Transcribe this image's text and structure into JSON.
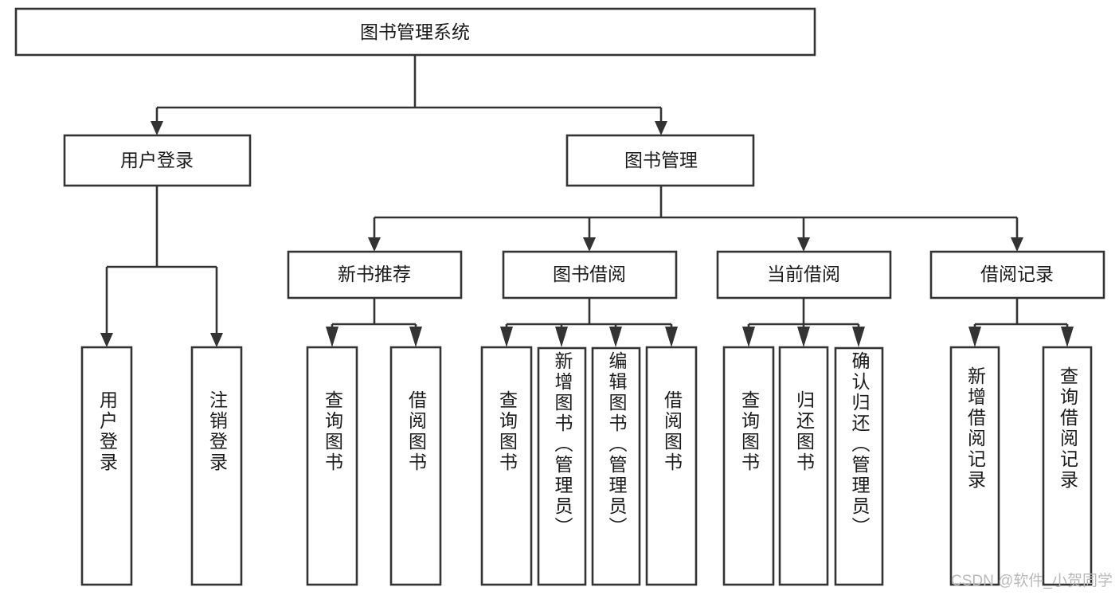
{
  "diagram": {
    "type": "tree",
    "title": "图书管理系统",
    "root": {
      "id": "root",
      "label": "图书管理系统"
    },
    "level2": [
      {
        "id": "user-login",
        "label": "用户登录"
      },
      {
        "id": "book-manage",
        "label": "图书管理"
      }
    ],
    "level3": [
      {
        "id": "new-book-rec",
        "label": "新书推荐",
        "parent": "book-manage"
      },
      {
        "id": "book-borrow",
        "label": "图书借阅",
        "parent": "book-manage"
      },
      {
        "id": "current-borrow",
        "label": "当前借阅",
        "parent": "book-manage"
      },
      {
        "id": "borrow-record",
        "label": "借阅记录",
        "parent": "book-manage"
      }
    ],
    "leaves": [
      {
        "id": "leaf-user-login",
        "label": "用户登录",
        "parent": "user-login"
      },
      {
        "id": "leaf-logout-login",
        "label": "注销登录",
        "parent": "user-login"
      },
      {
        "id": "leaf-query-book-1",
        "label": "查询图书",
        "parent": "new-book-rec"
      },
      {
        "id": "leaf-borrow-book-1",
        "label": "借阅图书",
        "parent": "new-book-rec"
      },
      {
        "id": "leaf-query-book-2",
        "label": "查询图书",
        "parent": "book-borrow"
      },
      {
        "id": "leaf-add-book",
        "label": "新增图书（管理员）",
        "parent": "book-borrow"
      },
      {
        "id": "leaf-edit-book",
        "label": "编辑图书（管理员）",
        "parent": "book-borrow"
      },
      {
        "id": "leaf-borrow-book-2",
        "label": "借阅图书",
        "parent": "book-borrow"
      },
      {
        "id": "leaf-query-book-3",
        "label": "查询图书",
        "parent": "current-borrow"
      },
      {
        "id": "leaf-return-book",
        "label": "归还图书",
        "parent": "current-borrow"
      },
      {
        "id": "leaf-confirm-return",
        "label": "确认归还（管理员）",
        "parent": "current-borrow"
      },
      {
        "id": "leaf-add-record",
        "label": "新增借阅记录",
        "parent": "borrow-record"
      },
      {
        "id": "leaf-query-record",
        "label": "查询借阅记录",
        "parent": "borrow-record"
      }
    ],
    "colors": {
      "box_stroke": "#333333",
      "box_fill": "#ffffff",
      "text": "#1a1a1a",
      "background": "#ffffff",
      "watermark": "#b9b9b9"
    }
  },
  "watermark": {
    "text": "CSDN @软件_小贺同学"
  }
}
